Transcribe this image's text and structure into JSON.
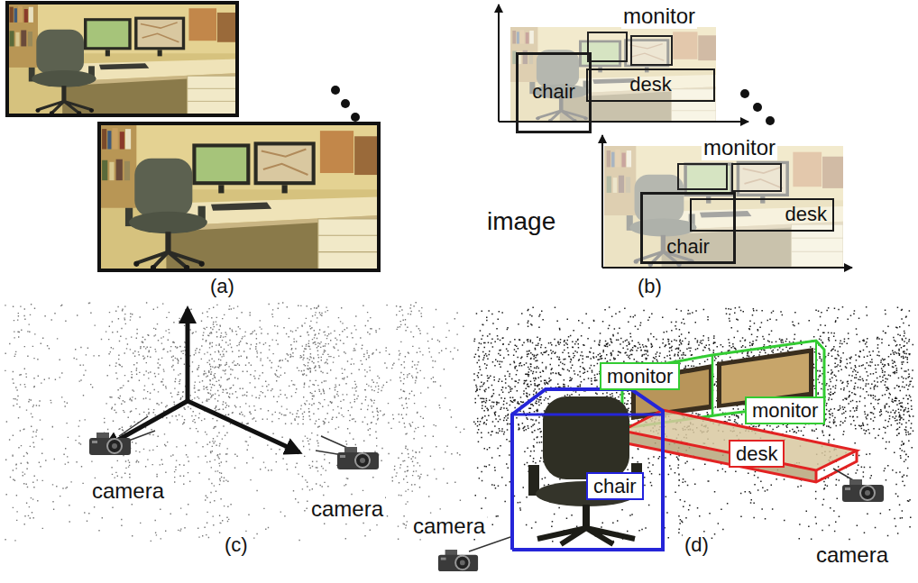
{
  "diagram": {
    "nodes": [
      {
        "text": [
          "chair"
        ]
      },
      {
        "text": [
          "desk"
        ]
      },
      {
        "text": [
          "chair"
        ]
      },
      {
        "text": [
          "desk"
        ]
      },
      {
        "text": [
          "monitor"
        ]
      },
      {
        "text": [
          "monitor"
        ]
      },
      {
        "text": [
          "desk"
        ]
      },
      {
        "text": [
          "chair"
        ]
      }
    ],
    "labels": [
      "(a)",
      "monitor",
      "monitor",
      "image",
      "(b)",
      "camera",
      "camera",
      "(c)",
      "camera",
      "camera",
      "(d)"
    ]
  }
}
